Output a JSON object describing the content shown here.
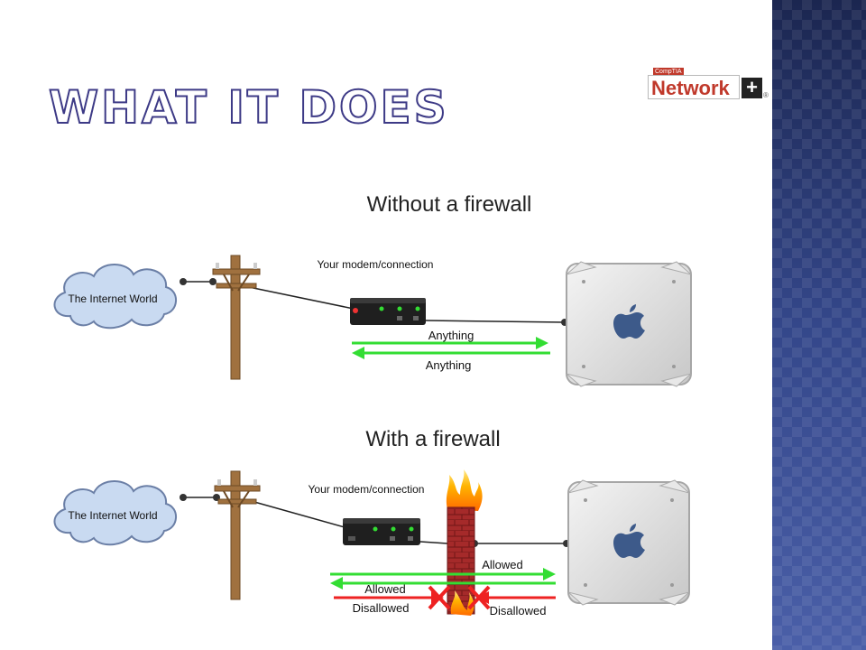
{
  "slide": {
    "title": "WHAT IT DOES"
  },
  "logo": {
    "small_text": "CompTIA",
    "main_text": "Network",
    "plus_symbol": "+",
    "trademark": "®"
  },
  "diagram_without": {
    "heading": "Without a firewall",
    "cloud_label": "The Internet World",
    "modem_label": "Your modem/connection",
    "arrow_out_label": "Anything",
    "arrow_in_label": "Anything"
  },
  "diagram_with": {
    "heading": "With a firewall",
    "cloud_label": "The Internet World",
    "modem_label": "Your modem/connection",
    "allowed_out_label": "Allowed",
    "allowed_in_label": "Allowed",
    "disallowed_out_label": "Disallowed",
    "disallowed_in_label": "Disallowed"
  },
  "colors": {
    "title_outline": "#3d3a86",
    "allowed_arrow": "#33dd33",
    "disallowed_arrow": "#ee2222",
    "cloud_fill": "#c9daf1",
    "cloud_stroke": "#6b7fa6",
    "pole": "#a0713f",
    "side_panel": "#2e3f78"
  }
}
